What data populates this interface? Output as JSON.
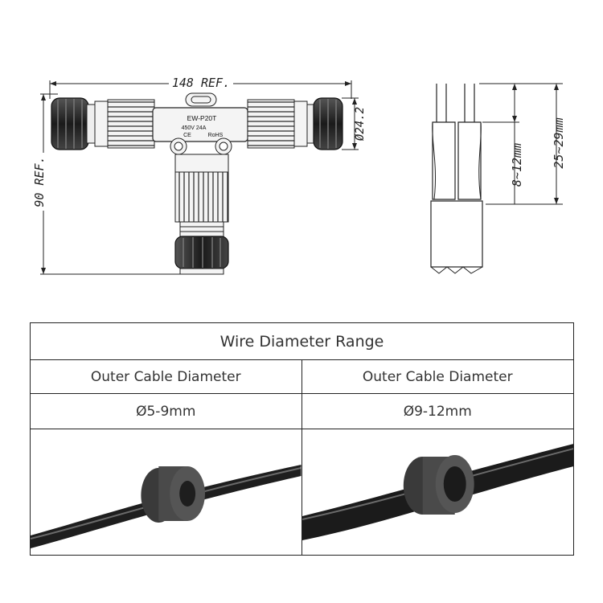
{
  "drawing": {
    "width_dimension": "148 REF.",
    "height_dimension": "90 REF.",
    "nut_diameter": "Ø24.2",
    "label_model": "EW-P20T",
    "label_rating": "450V  24A",
    "label_ce": "CE",
    "label_rohs": "RoHS",
    "wire_dimension": "8~12mm",
    "cable_dimension": "25~29mm"
  },
  "table": {
    "title": "Wire Diameter Range",
    "columns": [
      {
        "header": "Outer Cable Diameter",
        "value": "Ø5-9mm"
      },
      {
        "header": "Outer Cable Diameter",
        "value": "Ø9-12mm"
      }
    ]
  },
  "colors": {
    "line": "#222222",
    "connector_dark": "#2b2b2b",
    "connector_body": "#f2f2f2",
    "cable": "#1c1c1c",
    "seal_ring": "#4a4a4a"
  }
}
